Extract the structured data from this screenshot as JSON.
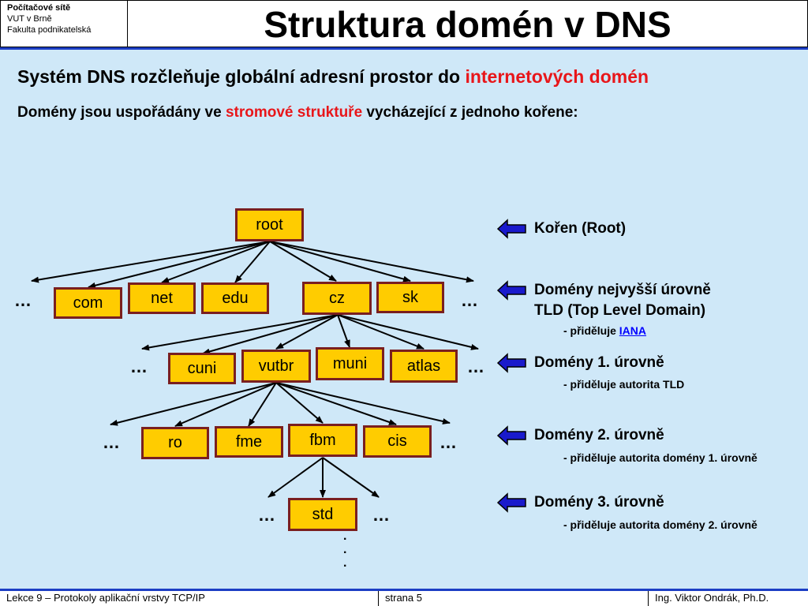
{
  "header": {
    "course_line1": "Počítačové sítě",
    "course_line2": "VUT v Brně",
    "course_line3": "Fakulta podnikatelská",
    "title": "Struktura domén v DNS"
  },
  "intro": {
    "line1_plain": "Systém DNS rozčleňuje globální adresní prostor do ",
    "line1_red": "internetových domén",
    "line2_plain_a": "Domény jsou uspořádány ve ",
    "line2_red": "stromové struktuře",
    "line2_plain_b": " vycházející z jednoho kořene:"
  },
  "tree": {
    "root": "root",
    "tld": [
      "com",
      "net",
      "edu",
      "cz",
      "sk"
    ],
    "level1": [
      "cuni",
      "vutbr",
      "muni",
      "atlas"
    ],
    "level2": [
      "ro",
      "fme",
      "fbm",
      "cis"
    ],
    "level3": [
      "std"
    ],
    "ellipsis": "…",
    "vertical_dot": "."
  },
  "legend": {
    "root": {
      "label": "Kořen (Root)"
    },
    "tld": {
      "label_line1": "Domény nejvyšší úrovně",
      "label_line2": "TLD (Top Level Domain)",
      "note_prefix": "- přiděluje ",
      "note_link": "IANA"
    },
    "level1": {
      "label": "Domény 1. úrovně",
      "note": "- přiděluje autorita TLD"
    },
    "level2": {
      "label": "Domény 2. úrovně",
      "note": "- přiděluje autorita domény 1. úrovně"
    },
    "level3": {
      "label": "Domény 3. úrovně",
      "note": "- přiděluje autorita domény 2. úrovně"
    }
  },
  "colors": {
    "background": "#cfe8f8",
    "node_fill": "#ffcc00",
    "node_border": "#7a1f1f",
    "accent_red": "#e8161a",
    "header_blue": "#1c3ec4",
    "legend_arrow": "#1a1acc"
  },
  "footer": {
    "left": "Lekce 9 – Protokoly aplikační vrstvy TCP/IP",
    "center": "strana 5",
    "right": "Ing. Viktor Ondrák, Ph.D."
  }
}
